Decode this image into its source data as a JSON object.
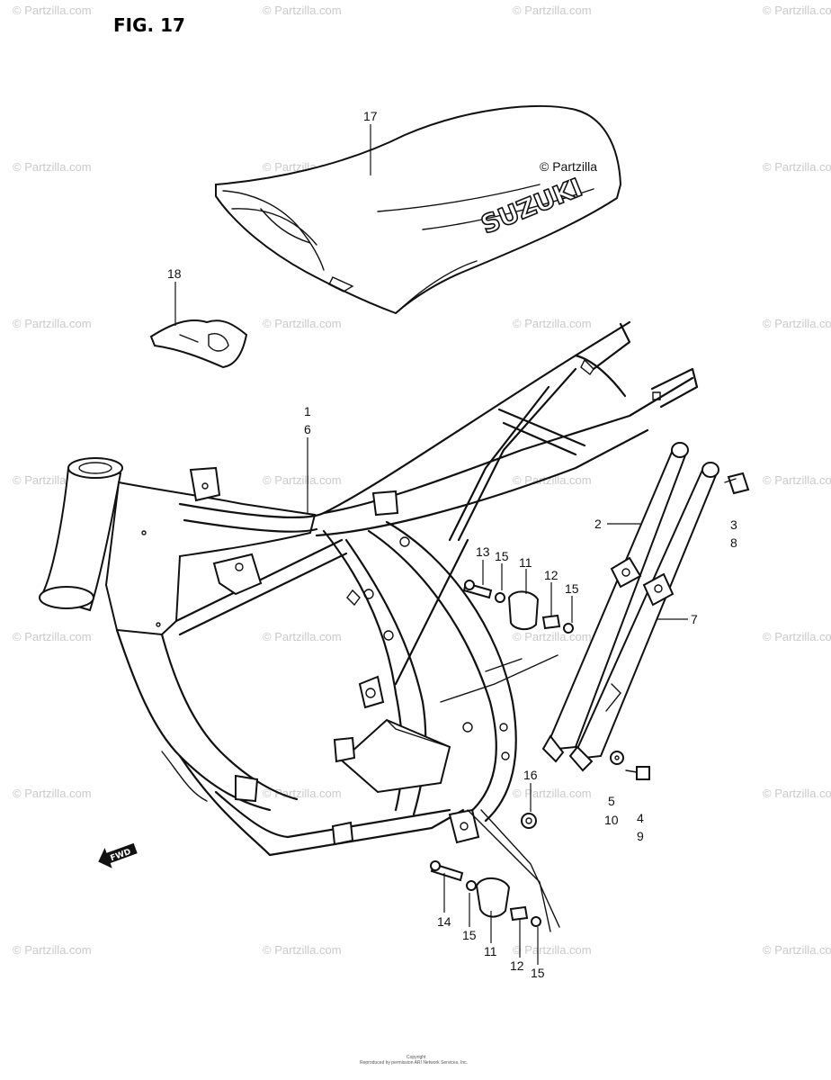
{
  "figure_title": "FIG. 17",
  "seat_brand": "SUZUKI",
  "seat_copyright": "© Partzilla",
  "watermark": "© Partzilla.com",
  "forward_arrow_label": "FWD",
  "footer": {
    "line1": "Copyright",
    "line2": "Reproduced by permission ARI Network Services, Inc."
  },
  "callouts": [
    {
      "id": "c17",
      "text": "17"
    },
    {
      "id": "c18",
      "text": "18"
    },
    {
      "id": "c1",
      "text": "1"
    },
    {
      "id": "c6",
      "text": "6"
    },
    {
      "id": "c2",
      "text": "2"
    },
    {
      "id": "c3",
      "text": "3"
    },
    {
      "id": "c8",
      "text": "8"
    },
    {
      "id": "c7",
      "text": "7"
    },
    {
      "id": "c13",
      "text": "13"
    },
    {
      "id": "c15a",
      "text": "15"
    },
    {
      "id": "c11a",
      "text": "11"
    },
    {
      "id": "c12a",
      "text": "12"
    },
    {
      "id": "c15b",
      "text": "15"
    },
    {
      "id": "c5",
      "text": "5"
    },
    {
      "id": "c10",
      "text": "10"
    },
    {
      "id": "c4",
      "text": "4"
    },
    {
      "id": "c9",
      "text": "9"
    },
    {
      "id": "c16",
      "text": "16"
    },
    {
      "id": "c14",
      "text": "14"
    },
    {
      "id": "c15c",
      "text": "15"
    },
    {
      "id": "c11b",
      "text": "11"
    },
    {
      "id": "c12b",
      "text": "12"
    },
    {
      "id": "c15d",
      "text": "15"
    }
  ]
}
